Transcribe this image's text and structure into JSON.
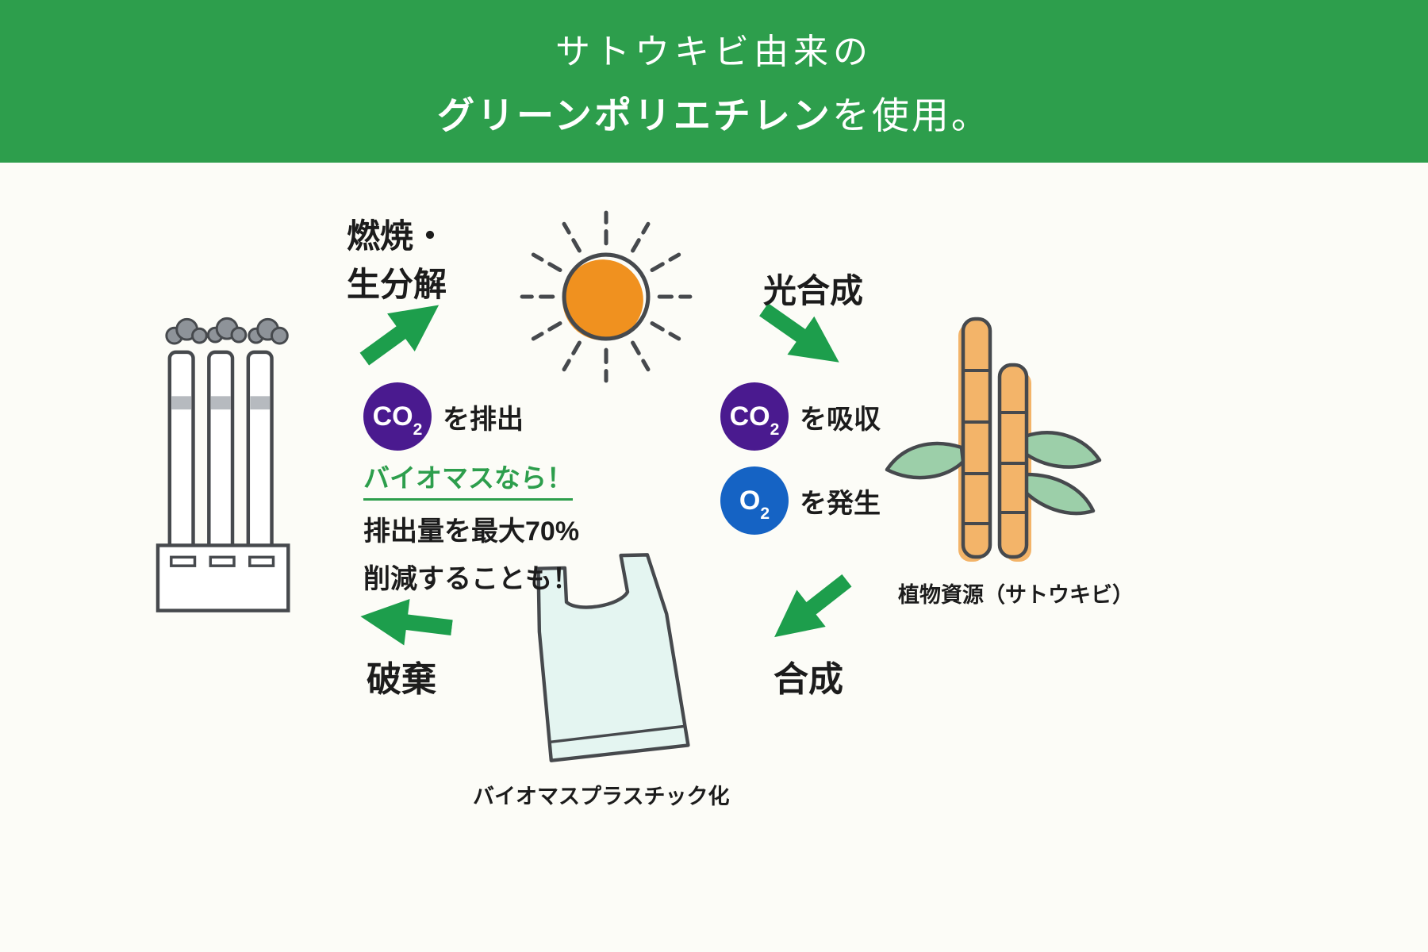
{
  "header": {
    "line1": "サトウキビ由来の",
    "line2_bold": "グリーンポリエチレン",
    "line2_rest": "を使用。"
  },
  "cycle_labels": {
    "combustion_line1": "燃焼・",
    "combustion_line2": "生分解",
    "photosynthesis": "光合成",
    "synthesis": "合成",
    "disposal": "破棄"
  },
  "molecules": {
    "co2_emit": {
      "formula": "CO",
      "subscript": "2",
      "label": "を排出"
    },
    "co2_absorb": {
      "formula": "CO",
      "subscript": "2",
      "label": "を吸収"
    },
    "o2_generate": {
      "formula": "O",
      "subscript": "2",
      "label": "を発生"
    }
  },
  "biomass_note": {
    "headline": "バイオマスなら！",
    "line1": "排出量を最大70%",
    "line2": "削減することも！"
  },
  "captions": {
    "plant_resource": "植物資源（サトウキビ）",
    "biomass_plastic": "バイオマスプラスチック化"
  },
  "icons": {
    "factory": "factory-icon",
    "sun": "sun-icon",
    "sugarcane": "sugarcane-icon",
    "plastic_bag": "plastic-bag-icon",
    "cycle_arrow": "arrow-icon"
  },
  "colors": {
    "header_green": "#2d9e4c",
    "arrow_green": "#1d9e4c",
    "co2_purple": "#4a1a8f",
    "o2_blue": "#1563c4",
    "sun_orange": "#f0911f",
    "cane_tan": "#f3b469",
    "leaf_green": "#9ccfa9",
    "bag_fill": "#e4f5f1",
    "outline_dark": "#46494d",
    "smoke_gray": "#8e9399",
    "band_gray": "#b6babf",
    "bg_cream": "#fcfcf7",
    "text_dark": "#1c1c1c"
  }
}
